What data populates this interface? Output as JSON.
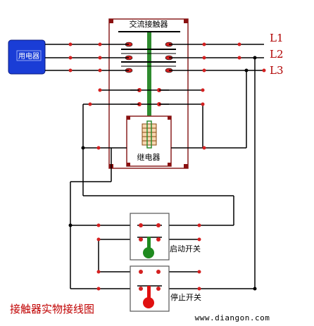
{
  "contactor": {
    "label": "交流接触器"
  },
  "relay": {
    "label": "继电器"
  },
  "load": {
    "label": "用电器"
  },
  "lines": {
    "l1": "L1",
    "l2": "L2",
    "l3": "L3"
  },
  "start_switch": {
    "label": "启动开关"
  },
  "stop_switch": {
    "label": "停止开关"
  },
  "caption": "接触器实物接线图",
  "watermark": "www.diangon.com",
  "colors": {
    "wire": "#000000",
    "terminal": "#d42020",
    "box_border": "#7a1010",
    "armature": "#2e8b2e",
    "load_fill": "#1a3dd6",
    "start_button": "#1f8a1f",
    "stop_button": "#e01010",
    "caption": "#c00000"
  }
}
